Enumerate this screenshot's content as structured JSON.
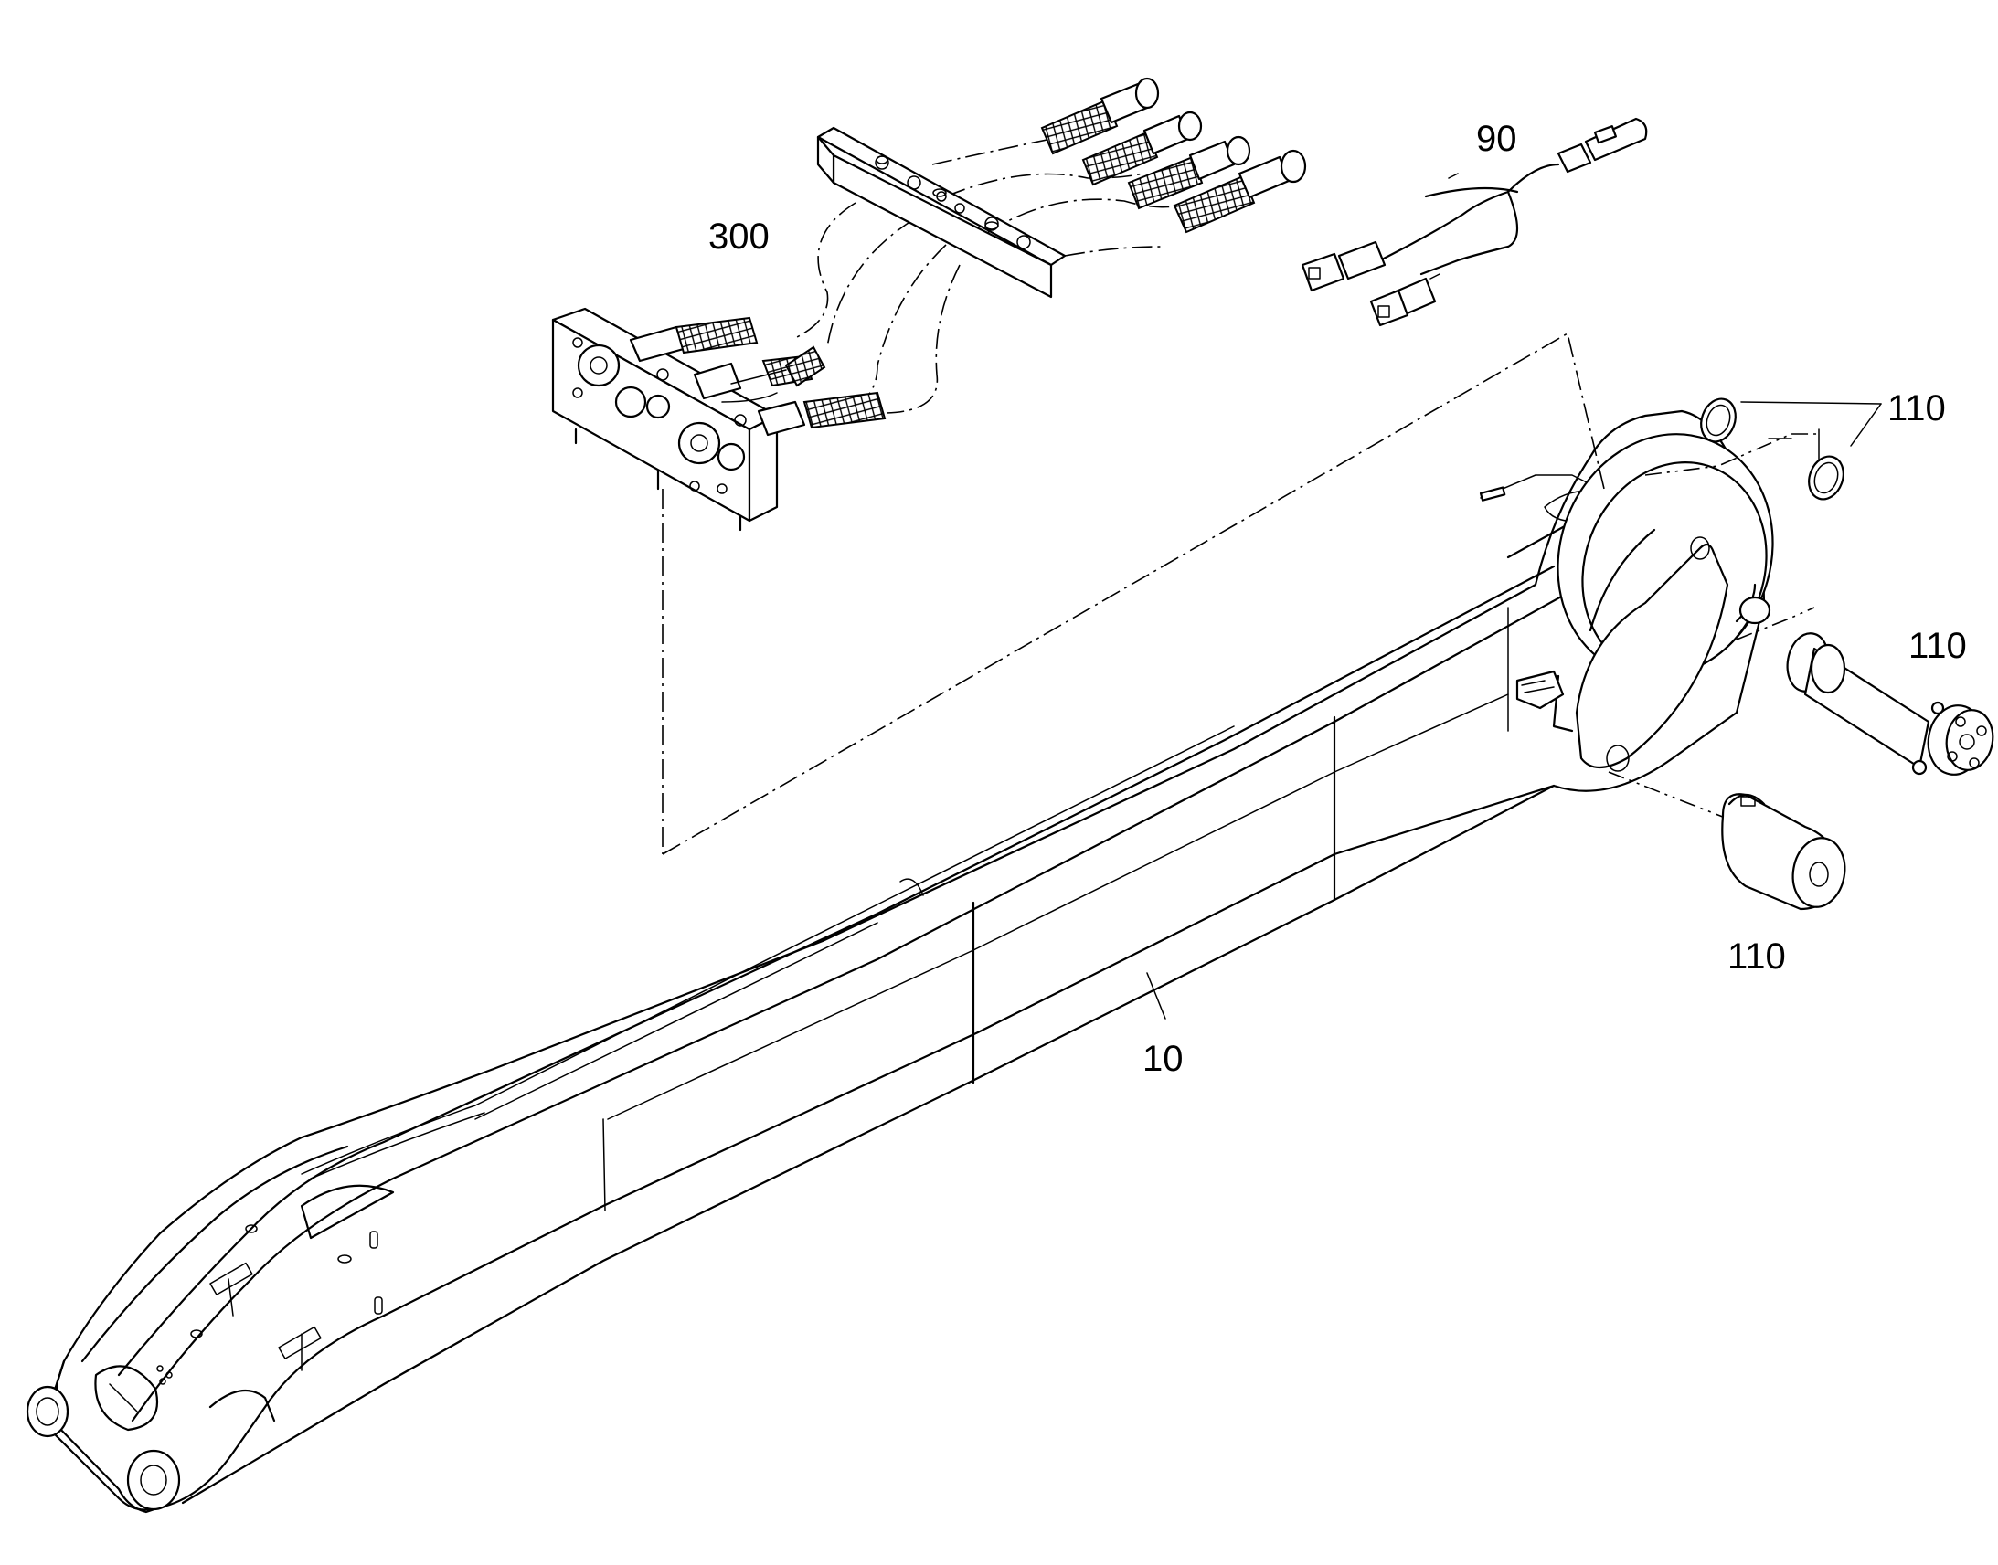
{
  "labels": {
    "part_300": "300",
    "part_90": "90",
    "part_110_seals": "110",
    "part_110_pin": "110",
    "part_110_bushing": "110",
    "part_10": "10"
  },
  "colors": {
    "line": "#000000",
    "background": "#ffffff"
  }
}
